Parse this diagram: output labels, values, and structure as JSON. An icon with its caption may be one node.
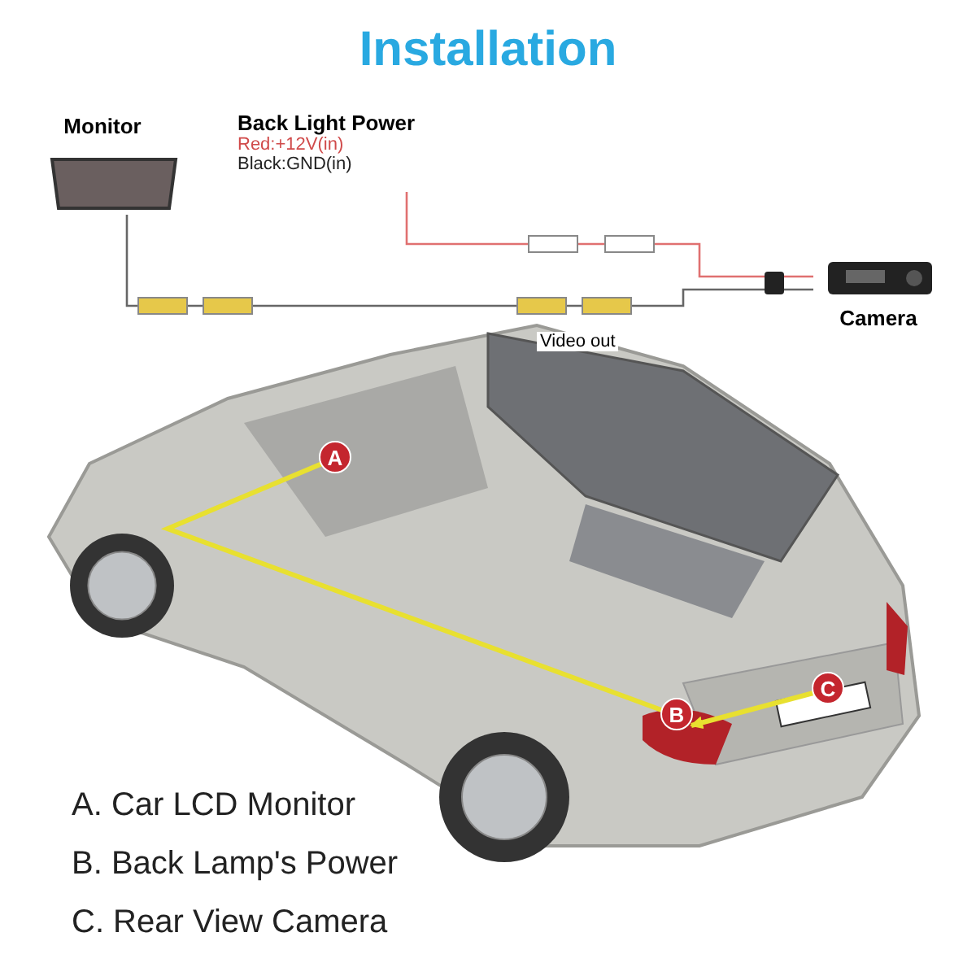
{
  "diagram": {
    "title": "Installation",
    "nodes": [
      {
        "text": [
          "Monitor"
        ]
      },
      {
        "text": [
          "Back Light Power",
          "Red:+12V(in)",
          "Black:GND(in)"
        ]
      },
      {
        "text": [
          "Camera"
        ]
      },
      {
        "text": [
          "A"
        ]
      },
      {
        "text": [
          "B"
        ]
      },
      {
        "text": [
          "C"
        ]
      }
    ],
    "edges": [
      {
        "from": 0,
        "to": 2,
        "arrow": "none",
        "label": "Video out",
        "color": "#666666"
      },
      {
        "from": 1,
        "to": 2,
        "arrow": "none",
        "color": "#e07070"
      },
      {
        "from": 3,
        "to": 4,
        "arrow": "none",
        "style": "thick",
        "color": "#e8e030"
      },
      {
        "from": 5,
        "to": 4,
        "arrow": "to",
        "style": "thick",
        "color": "#e8e030"
      }
    ],
    "labels": [
      "A. Car LCD Monitor",
      "B. Back Lamp's Power",
      "C. Rear View Camera"
    ]
  }
}
